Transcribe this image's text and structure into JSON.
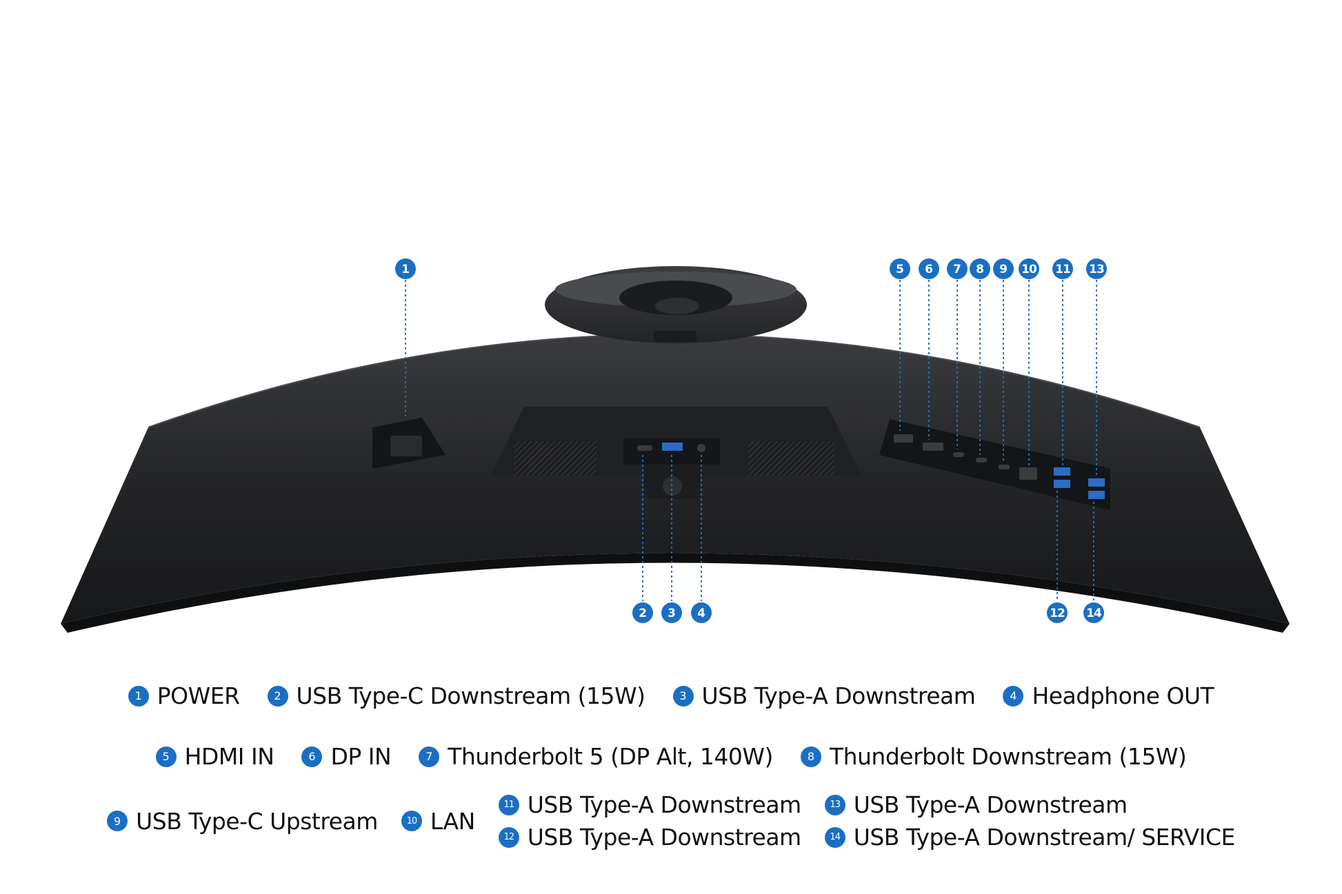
{
  "colors": {
    "accent": "#1a6fc4",
    "monitor": "#1e1f21",
    "text": "#111111"
  },
  "callouts_top": [
    {
      "num": "1"
    },
    {
      "num": "5"
    },
    {
      "num": "6"
    },
    {
      "num": "7"
    },
    {
      "num": "8"
    },
    {
      "num": "9"
    },
    {
      "num": "10"
    },
    {
      "num": "11"
    },
    {
      "num": "13"
    }
  ],
  "callouts_bottom": [
    {
      "num": "2"
    },
    {
      "num": "3"
    },
    {
      "num": "4"
    },
    {
      "num": "12"
    },
    {
      "num": "14"
    }
  ],
  "legend": {
    "row1": [
      {
        "num": "1",
        "label": "POWER"
      },
      {
        "num": "2",
        "label": "USB Type-C Downstream (15W)"
      },
      {
        "num": "3",
        "label": "USB Type-A Downstream"
      },
      {
        "num": "4",
        "label": "Headphone OUT"
      }
    ],
    "row2": [
      {
        "num": "5",
        "label": "HDMI IN"
      },
      {
        "num": "6",
        "label": "DP IN"
      },
      {
        "num": "7",
        "label": "Thunderbolt 5 (DP Alt, 140W)"
      },
      {
        "num": "8",
        "label": "Thunderbolt Downstream (15W)"
      }
    ],
    "row3a": [
      {
        "num": "9",
        "label": "USB Type-C Upstream"
      },
      {
        "num": "10",
        "label": "LAN"
      }
    ],
    "row3b": [
      {
        "num": "11",
        "label": "USB Type-A Downstream"
      },
      {
        "num": "12",
        "label": "USB Type-A Downstream"
      }
    ],
    "row3c": [
      {
        "num": "13",
        "label": "USB Type-A Downstream"
      },
      {
        "num": "14",
        "label": "USB Type-A Downstream/ SERVICE"
      }
    ]
  }
}
